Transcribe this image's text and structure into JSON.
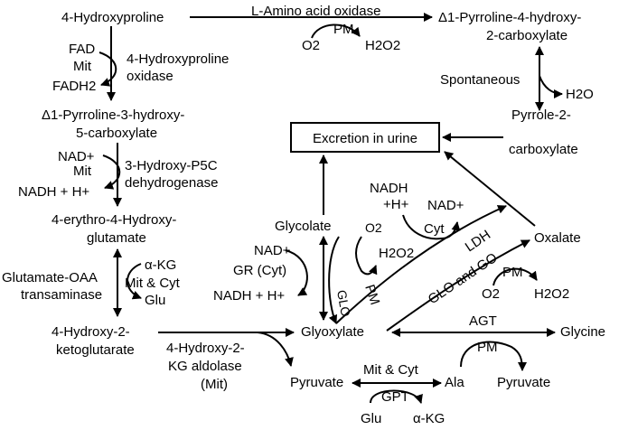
{
  "nodes": {
    "hydroxyproline": "4-Hydroxyproline",
    "pyrroline4": "Δ1-Pyrroline-4-hydroxy-",
    "pyrroline4_b": "2-carboxylate",
    "pyrroline3": "Δ1-Pyrroline-3-hydroxy-",
    "pyrroline3_b": "5-carboxylate",
    "erythro": "4-erythro-4-Hydroxy-",
    "erythro_b": "glutamate",
    "ketoglutarate": "4-Hydroxy-2-",
    "ketoglutarate_b": "ketoglutarate",
    "pyrrole": "Pyrrole-2-",
    "pyrrole_b": "carboxylate",
    "excretion": "Excretion in urine",
    "glycolate": "Glycolate",
    "glyoxylate": "Glyoxylate",
    "oxalate": "Oxalate",
    "glycine": "Glycine",
    "pyruvate_left": "Pyruvate",
    "pyruvate_right": "Pyruvate",
    "ala": "Ala"
  },
  "enzymes": {
    "laao": "L-Amino acid oxidase",
    "hpo": "4-Hydroxyproline",
    "hpo_b": "oxidase",
    "p5c": "3-Hydroxy-P5C",
    "p5c_b": "dehydrogenase",
    "goat": "Glutamate-OAA",
    "goat_b": "transaminase",
    "aldolase": "4-Hydroxy-2-",
    "aldolase_b": "KG aldolase",
    "aldolase_c": "(Mit)",
    "spontaneous": "Spontaneous",
    "gr": "GR (Cyt)",
    "ldh": "LDH",
    "glo": "GLO",
    "glo_go": "GLO and GO",
    "agt": "AGT",
    "gpt": "GPT"
  },
  "locations": {
    "pm_top": "PM",
    "mit_1": "Mit",
    "mit_2": "Mit",
    "mit_cyt_left": "Mit & Cyt",
    "pm_glo": "PM",
    "cyt_ldh": "Cyt",
    "pm_oxalate": "PM",
    "pm_agt": "PM",
    "mit_cyt_gpt": "Mit & Cyt"
  },
  "cofactors": {
    "o2_top": "O2",
    "h2o2_top": "H2O2",
    "fad": "FAD",
    "fadh2": "FADH2",
    "nad_1": "NAD+",
    "nadh_1": "NADH + H+",
    "akg_1": "α-KG",
    "glu_1": "Glu",
    "h2o": "H2O",
    "nad_gr": "NAD+",
    "nadh_gr": "NADH + H+",
    "o2_glo": "O2",
    "h2o2_glo": "H2O2",
    "nadh_ldh": "NADH",
    "nadh_ldh_b": "+H+",
    "nad_ldh": "NAD+",
    "o2_oxalate": "O2",
    "h2o2_oxalate": "H2O2",
    "glu_2": "Glu",
    "akg_2": "α-KG"
  }
}
